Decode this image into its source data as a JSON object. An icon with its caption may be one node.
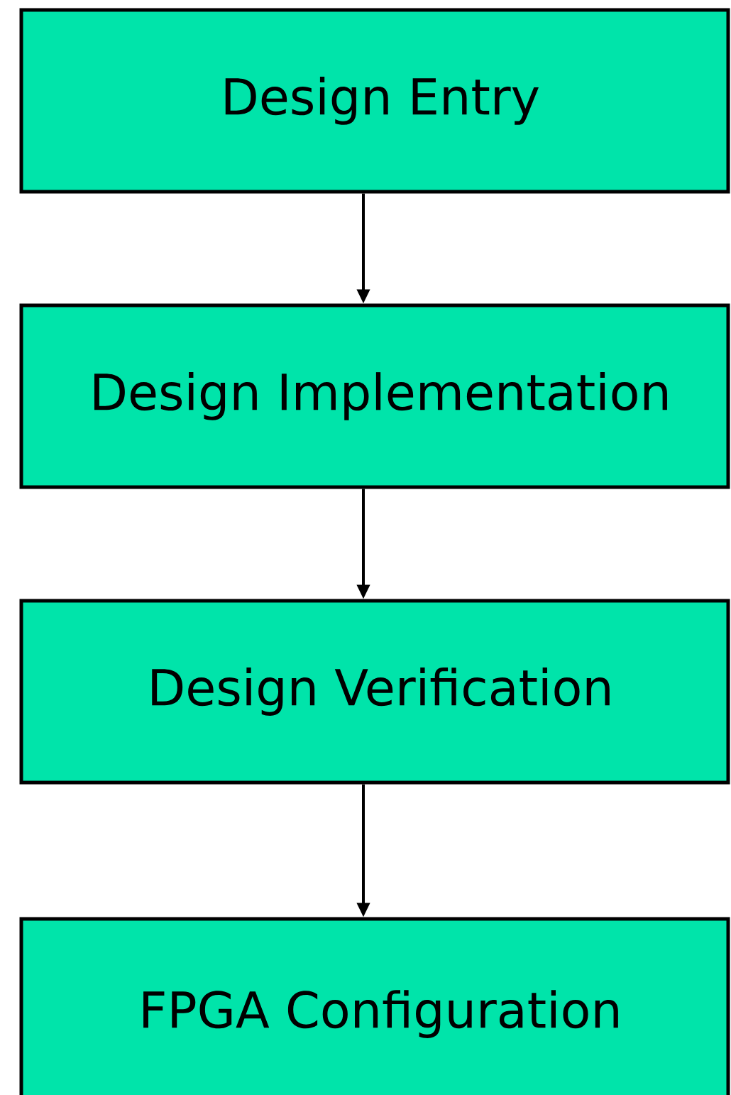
{
  "diagram": {
    "nodes": [
      {
        "text": [
          "Design Entry"
        ]
      },
      {
        "text": [
          "Design Implementation"
        ]
      },
      {
        "text": [
          "Design Verification"
        ]
      },
      {
        "text": [
          "FPGA Configuration"
        ]
      }
    ],
    "edges": [
      {
        "from": 0,
        "to": 1,
        "arrow": "to"
      },
      {
        "from": 1,
        "to": 2,
        "arrow": "to"
      },
      {
        "from": 2,
        "to": 3,
        "arrow": "to"
      }
    ]
  }
}
